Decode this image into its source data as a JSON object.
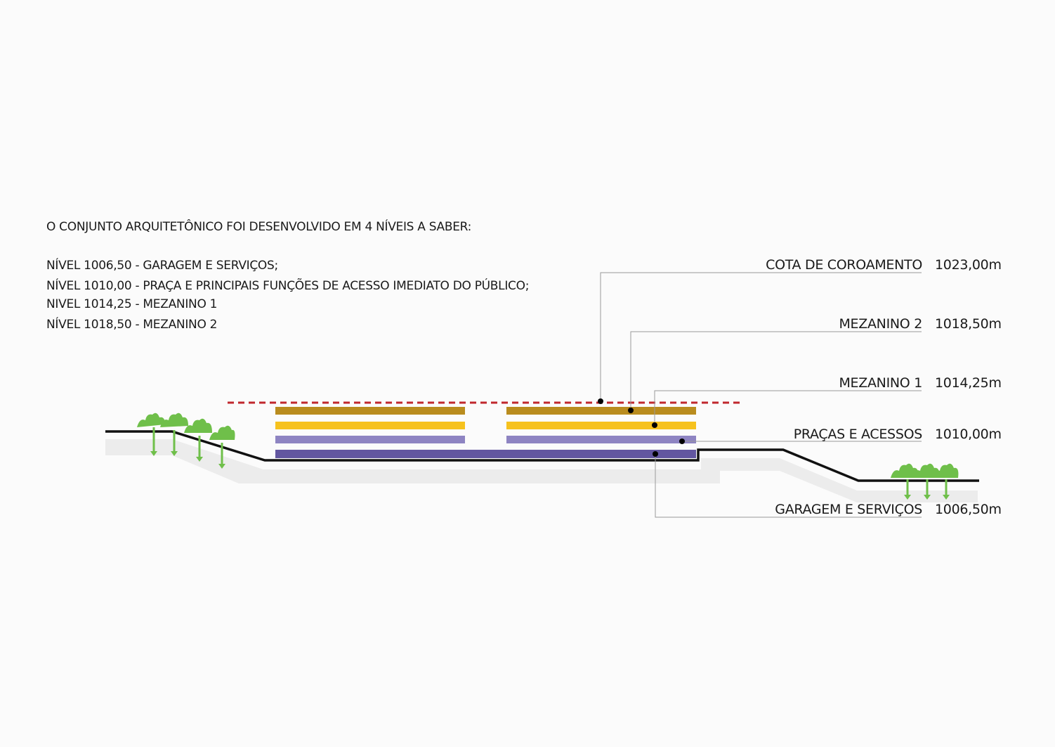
{
  "intro": {
    "heading": "O CONJUNTO ARQUITETÔNICO FOI DESENVOLVIDO EM 4 NÍVEIS A SABER:",
    "levels": [
      "NÍVEL 1006,50 - GARAGEM E SERVIÇOS;",
      "NÍVEL 1010,00 - PRAÇA E PRINCIPAIS FUNÇÕES DE ACESSO IMEDIATO DO PÚBLICO;",
      "NIVEL 1014,25 - MEZANINO 1",
      "NÍVEL 1018,50 - MEZANINO 2"
    ]
  },
  "annotations": [
    {
      "label": "COTA DE COROAMENTO",
      "value": "1023,00m"
    },
    {
      "label": "MEZANINO 2",
      "value": "1018,50m"
    },
    {
      "label": "MEZANINO 1",
      "value": "1014,25m"
    },
    {
      "label": "PRAÇAS E ACESSOS",
      "value": "1010,00m"
    },
    {
      "label": "GARAGEM E SERVIÇOS",
      "value": "1006,50m"
    }
  ],
  "colors": {
    "crown_line": "#c0272d",
    "mezanino2": "#b98c1e",
    "mezanino1": "#f6c21e",
    "pracas": "#8e84c2",
    "garagem": "#6256a0",
    "ground": "#111111",
    "ground_shadow": "#ececec",
    "trees": "#6fbf4a",
    "leader": "#9a9a9a"
  }
}
